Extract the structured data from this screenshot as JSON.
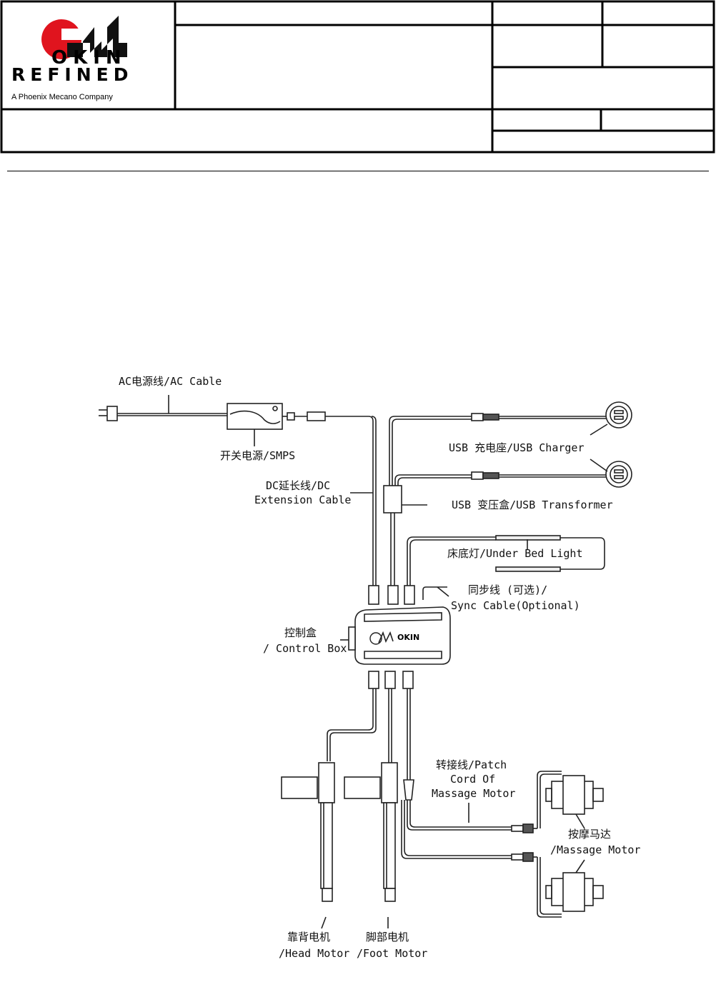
{
  "logo": {
    "line1": "OKIN",
    "line2": "REFINED",
    "tagline": "A Phoenix Mecano Company",
    "mark_color": "#e0141e"
  },
  "diagram": {
    "labels": {
      "ac_cable": "AC电源线/AC Cable",
      "smps": "开关电源/SMPS",
      "dc_ext_1": "DC延长线/DC",
      "dc_ext_2": "Extension Cable",
      "usb_charger": "USB 充电座/USB Charger",
      "usb_transformer": "USB 变压盒/USB Transformer",
      "under_bed_light": "床底灯/Under Bed Light",
      "sync_1": "同步线 (可选)/",
      "sync_2": "Sync Cable(Optional)",
      "control_box_1": "控制盒",
      "control_box_2": "/ Control Box",
      "control_box_brand": "OKIN",
      "patch_1": "转接线/Patch",
      "patch_2": "Cord Of",
      "patch_3": "Massage Motor",
      "massage_1": "按摩马达",
      "massage_2": "/Massage Motor",
      "head_1": "靠背电机",
      "head_2": "/Head Motor",
      "foot_1": "脚部电机",
      "foot_2": "/Foot Motor"
    }
  }
}
